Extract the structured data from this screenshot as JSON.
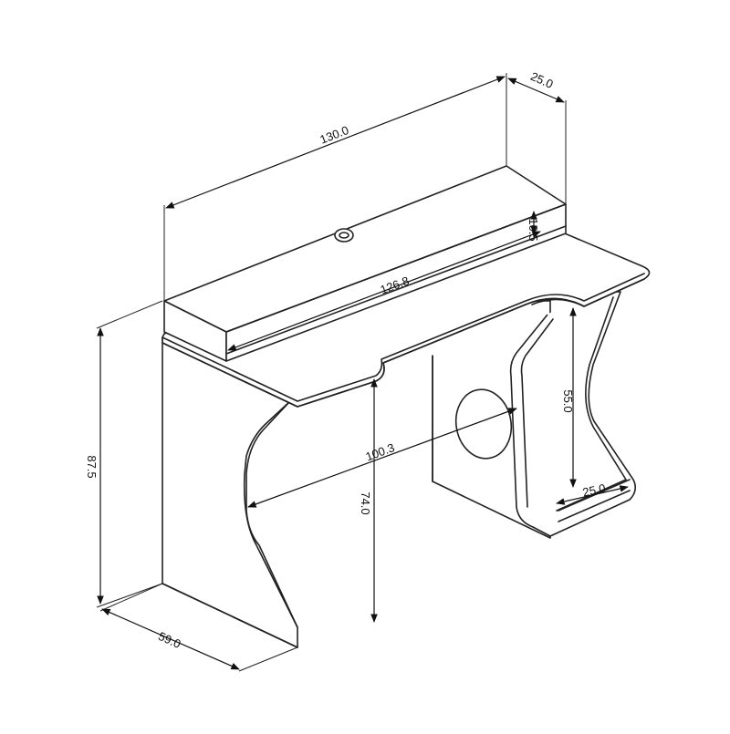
{
  "dimensions": {
    "overall_width": "130.0",
    "hutch_depth": "25.0",
    "hutch_height": "10.5",
    "inner_width": "126.8",
    "total_height": "87.5",
    "depth": "59.0",
    "leg_gap": "100.3",
    "desk_height": "74.0",
    "shelf_height": "55.0",
    "shelf_width": "25.0"
  }
}
